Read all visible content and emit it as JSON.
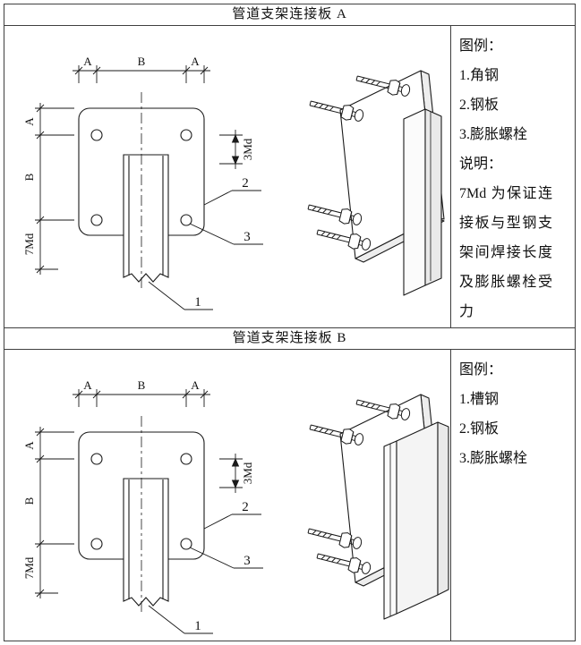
{
  "sheet": {
    "panel_a": {
      "title": "管道支架连接板 A",
      "legend": {
        "heading": "图例：",
        "items": [
          "1.角钢",
          "2.钢板",
          "3.膨胀螺栓"
        ],
        "note_heading": "说明：",
        "note": "7Md 为保证连接板与型钢支架间焊接长度及膨胀螺栓受力"
      },
      "dims": {
        "top_a1": "A",
        "top_b": "B",
        "top_a2": "A",
        "left_a": "A",
        "left_b": "B",
        "left_7md": "7Md",
        "right_3md": "3Md"
      },
      "callouts": {
        "plate": "2",
        "bolt": "3",
        "member": "1"
      }
    },
    "panel_b": {
      "title": "管道支架连接板 B",
      "legend": {
        "heading": "图例：",
        "items": [
          "1.槽钢",
          "2.钢板",
          "3.膨胀螺栓"
        ]
      },
      "dims": {
        "top_a1": "A",
        "top_b": "B",
        "top_a2": "A",
        "left_a": "A",
        "left_b": "B",
        "left_7md": "7Md",
        "right_3md": "3Md"
      },
      "callouts": {
        "plate": "2",
        "bolt": "3",
        "member": "1"
      }
    }
  }
}
